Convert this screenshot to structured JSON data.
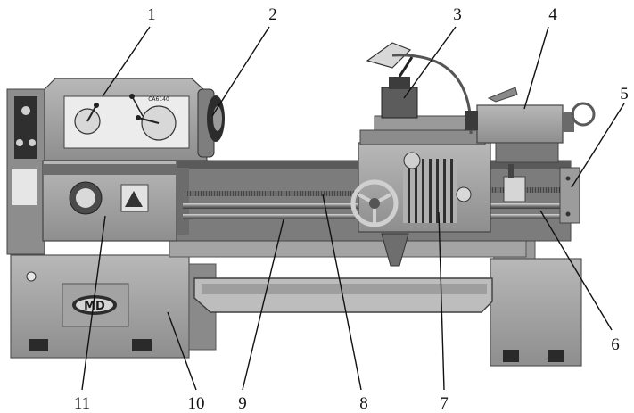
{
  "figure": {
    "callouts": [
      {
        "id": "1",
        "label": "1"
      },
      {
        "id": "2",
        "label": "2"
      },
      {
        "id": "3",
        "label": "3"
      },
      {
        "id": "4",
        "label": "4"
      },
      {
        "id": "5",
        "label": "5"
      },
      {
        "id": "6",
        "label": "6"
      },
      {
        "id": "7",
        "label": "7"
      },
      {
        "id": "8",
        "label": "8"
      },
      {
        "id": "9",
        "label": "9"
      },
      {
        "id": "10",
        "label": "10"
      },
      {
        "id": "11",
        "label": "11"
      }
    ],
    "logo_text": "MD",
    "headstock_plate_text": "CA6140"
  }
}
